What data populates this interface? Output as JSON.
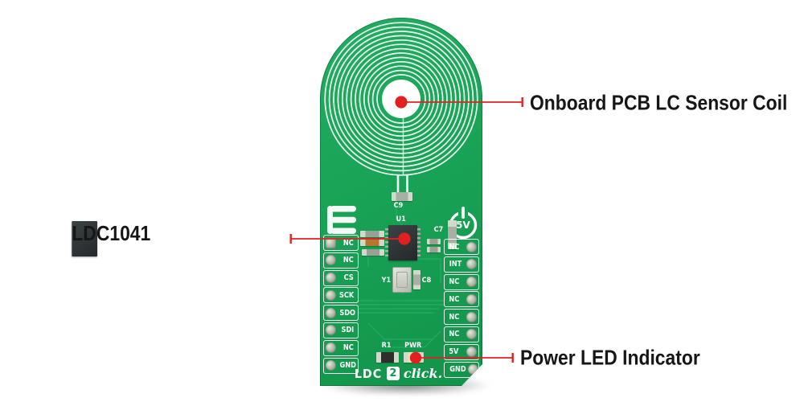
{
  "callouts": {
    "coil": {
      "label": "Onboard PCB LC Sensor Coil"
    },
    "chip": {
      "label": "LDC1041"
    },
    "power_led": {
      "label": "Power LED Indicator"
    }
  },
  "board": {
    "silkscreen_title": {
      "part1": "LDC",
      "part2": "2",
      "part3": "click."
    },
    "power_icon_label": "5V",
    "left_pins": [
      "NC",
      "NC",
      "CS",
      "SCK",
      "SDO",
      "SDI",
      "NC",
      "GND"
    ],
    "right_pins": [
      "NC",
      "INT",
      "NC",
      "NC",
      "NC",
      "NC",
      "5V",
      "GND"
    ],
    "component_labels": {
      "c9": "C9",
      "u1": "U1",
      "c7": "C7",
      "y1": "Y1",
      "c8": "C8",
      "r1": "R1",
      "pwr": "PWR"
    }
  },
  "colors": {
    "board_green": "#19a457",
    "callout_red": "#e32020",
    "label_text": "#161616",
    "silkscreen_white": "#ffffff"
  }
}
